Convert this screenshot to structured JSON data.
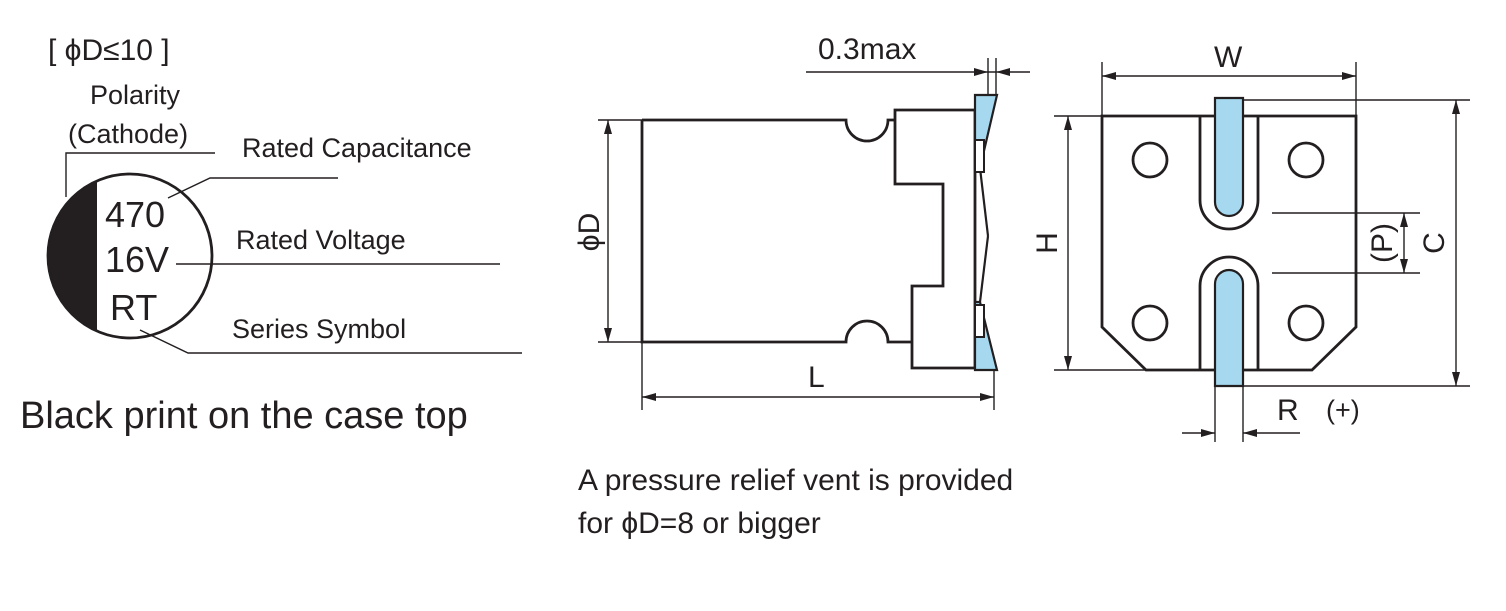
{
  "case_top": {
    "size_condition": "[ ϕD≤10 ]",
    "polarity_label_line1": "Polarity",
    "polarity_label_line2": "(Cathode)",
    "rated_capacitance_label": "Rated Capacitance",
    "rated_voltage_label": "Rated Voltage",
    "series_symbol_label": "Series Symbol",
    "capacitance_value": "470",
    "voltage_value": "16V",
    "series_value": "RT",
    "caption": "Black print on the case top"
  },
  "side_view": {
    "tolerance_label": "0.3max",
    "diameter_label": "ϕD",
    "length_label": "L"
  },
  "bottom_view": {
    "width_label": "W",
    "height_label": "H",
    "pitch_label": "(P)",
    "c_label": "C",
    "r_label": "R",
    "plus_label": "(+)"
  },
  "note": {
    "line1": "A pressure relief vent is provided",
    "line2": "for ϕD=8 or bigger"
  },
  "colors": {
    "terminal": "#a6d9ef",
    "ink": "#231f20"
  }
}
